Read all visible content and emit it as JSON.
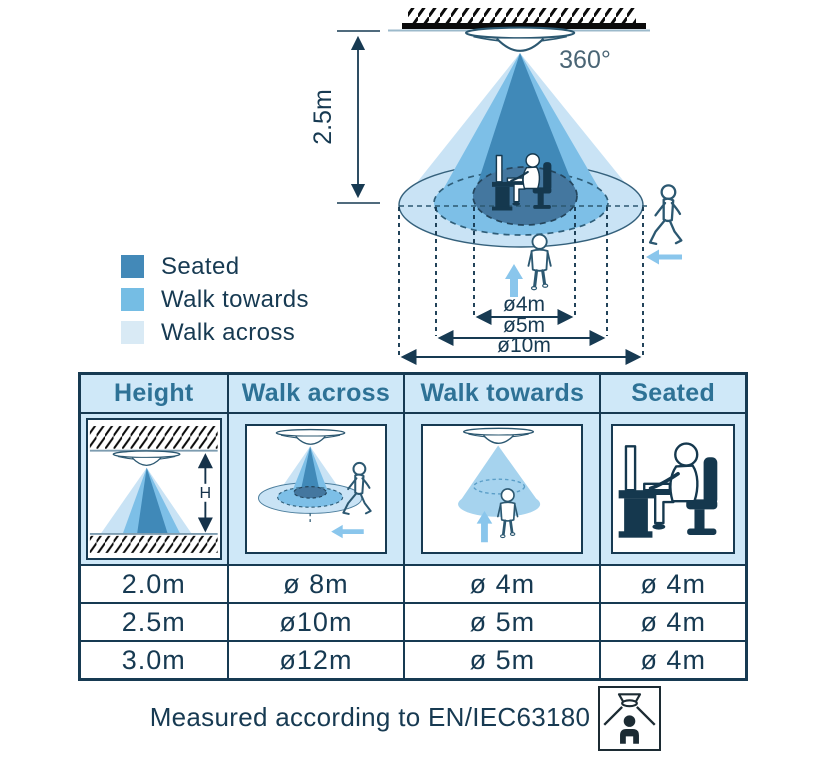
{
  "diagram": {
    "angle_label": "360°",
    "mount_height_label": "2.5m",
    "dia_inner_label": "ø4m",
    "dia_mid_label": "ø5m",
    "dia_outer_label": "ø10m"
  },
  "legend": {
    "items": [
      {
        "label": "Seated",
        "color": "#4389b8"
      },
      {
        "label": "Walk towards",
        "color": "#75bde4"
      },
      {
        "label": "Walk across",
        "color": "#d9eaf5"
      }
    ]
  },
  "table": {
    "headers": [
      "Height",
      "Walk across",
      "Walk towards",
      "Seated"
    ],
    "height_symbol": "H",
    "rows": [
      {
        "height": "2.0m",
        "walk_across": "ø 8m",
        "walk_towards": "ø 4m",
        "seated": "ø 4m"
      },
      {
        "height": "2.5m",
        "walk_across": "ø10m",
        "walk_towards": "ø 5m",
        "seated": "ø 4m"
      },
      {
        "height": "3.0m",
        "walk_across": "ø12m",
        "walk_towards": "ø 5m",
        "seated": "ø 4m"
      }
    ]
  },
  "footer": {
    "text": "Measured according to EN/IEC63180"
  },
  "colors": {
    "seated_zone": "#4389b8",
    "walk_towards_zone": "#75bde4",
    "walk_across_zone": "#c9e3f5",
    "inner_ellipse": "#44779f",
    "table_header_bg": "#cfe8f8",
    "navy_text": "#173a52",
    "header_text": "#2e7296",
    "motion_arrow": "#8ac6ec"
  }
}
